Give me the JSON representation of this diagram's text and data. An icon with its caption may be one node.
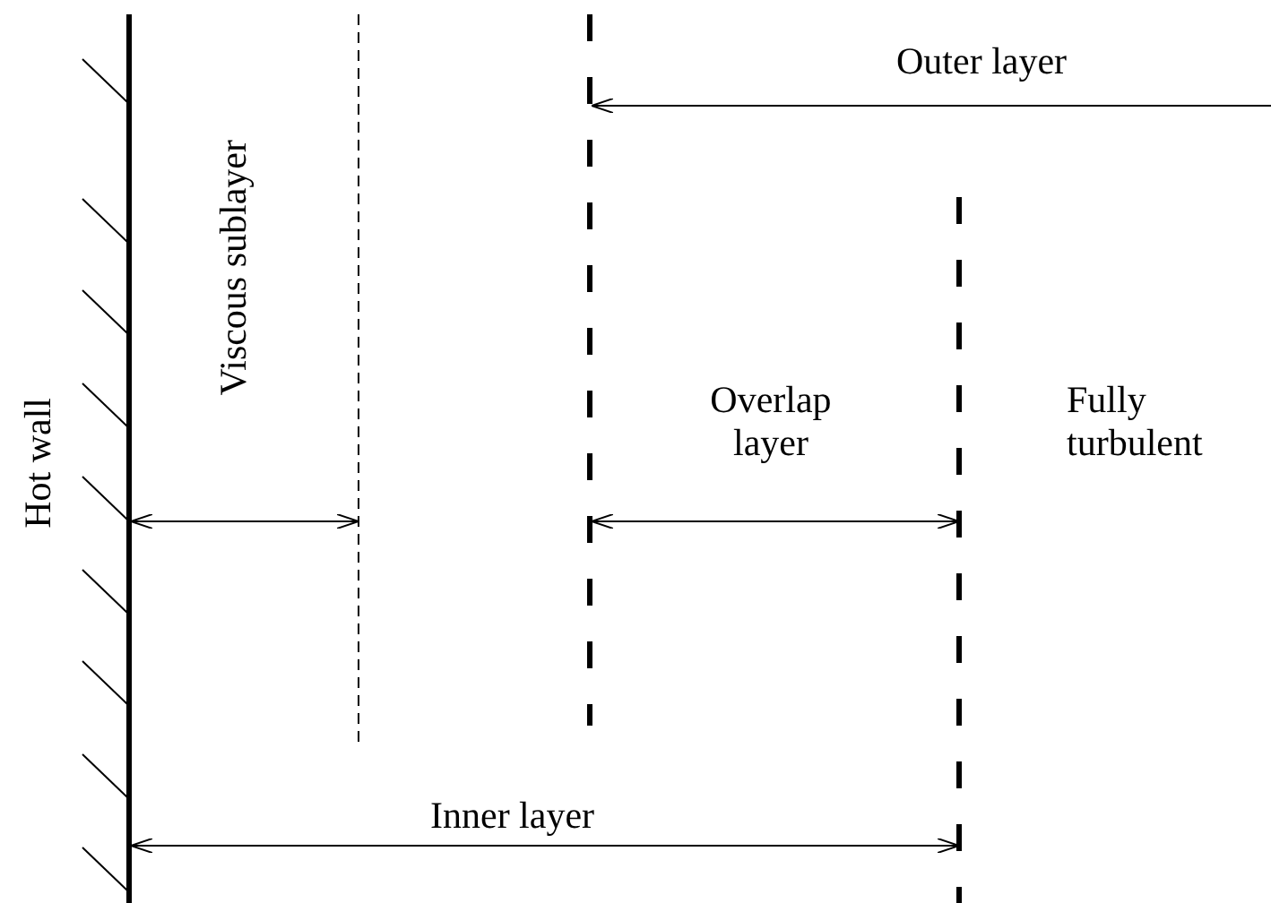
{
  "diagram": {
    "labels": [
      "Outer layer",
      "Viscous sublayer",
      "Hot wall",
      "Overlap layer",
      "Fully turbulent",
      "Inner layer"
    ]
  }
}
